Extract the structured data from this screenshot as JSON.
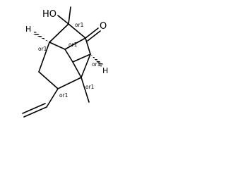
{
  "molecule": {
    "hydroxyl_label": "HO",
    "oxygen_label": "O",
    "hydrogen_label": "H",
    "stereo_label": "or1"
  }
}
